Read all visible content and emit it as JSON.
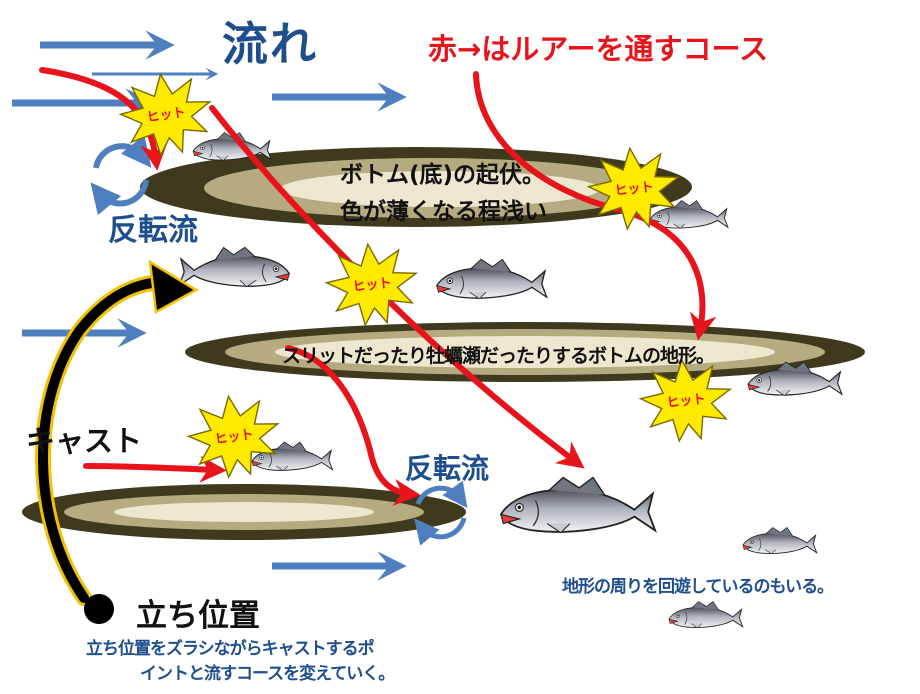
{
  "labels": {
    "flow": "流れ",
    "course": "赤→はルアーを通すコース",
    "bottom_line1": "ボトム(底)の起伏。",
    "bottom_line2": "色が薄くなる程浅い",
    "reverse_flow_left": "反転流",
    "reverse_flow_center": "反転流",
    "slit": "スリットだったり牡蠣瀬だったりするボトムの地形。",
    "cast": "キャスト",
    "around": "地形の周りを回遊しているのもいる。",
    "position_title": "立ち位置",
    "position_desc_line1": "立ち位置をズラシながらキャストするポ",
    "position_desc_line2": "イントと流すコースを変えていく。"
  },
  "hit_label": "ヒット",
  "colors": {
    "flow_arrow": "#4f7fbf",
    "course_arrow": "#e8141b",
    "hit_burst": "#ffea00",
    "reef_outer": "#3f3a1e",
    "reef_mid": "#b5aa80",
    "reef_inner": "#ede7cf",
    "cast_arrow": "#000000",
    "cast_outline": "#f2c200"
  }
}
